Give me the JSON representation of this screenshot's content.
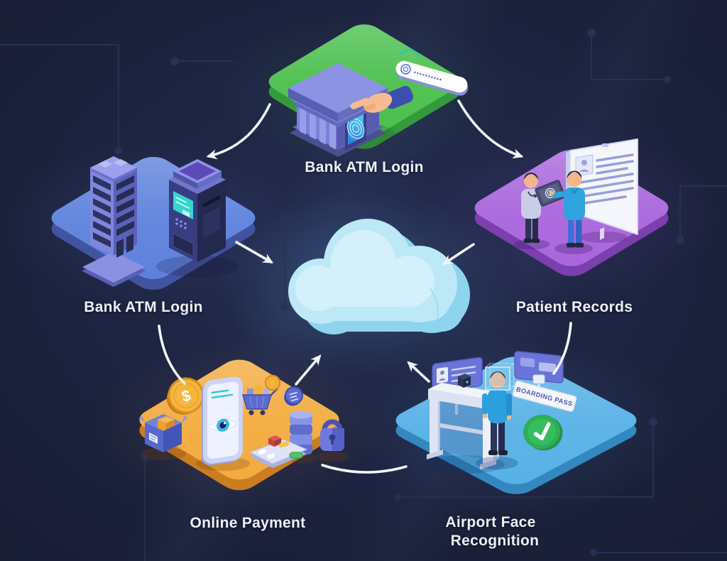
{
  "scene": {
    "background": "#1a2038",
    "arrow_color": "#f2f5fa",
    "circuit_color": "#283358"
  },
  "cloud": {
    "name": "central-cloud",
    "color_main": "#bde9f7",
    "color_side": "#8ed4ee",
    "color_highlight": "#d8f2fc"
  },
  "nodes": {
    "bank_top": {
      "label": "Bank ATM Login",
      "platform_color": "#4abf4d",
      "platform_side": "#359a3e",
      "password_mask": "••••••••••"
    },
    "atm_left": {
      "label": "Bank ATM Login",
      "platform_color": "#5d81dc",
      "platform_side": "#41549f"
    },
    "patient": {
      "label": "Patient Records",
      "platform_color": "#a966dc",
      "platform_side": "#7c3fae"
    },
    "payment": {
      "label": "Online Payment",
      "platform_color": "#f3ab3e",
      "platform_side": "#cb7d22",
      "coin_symbol": "$"
    },
    "airport": {
      "label_line1": "Airport Face",
      "label_line2": "Recognition",
      "platform_color": "#57b1e6",
      "platform_side": "#3488c0",
      "sign_text": "BOARDING PASS"
    }
  }
}
